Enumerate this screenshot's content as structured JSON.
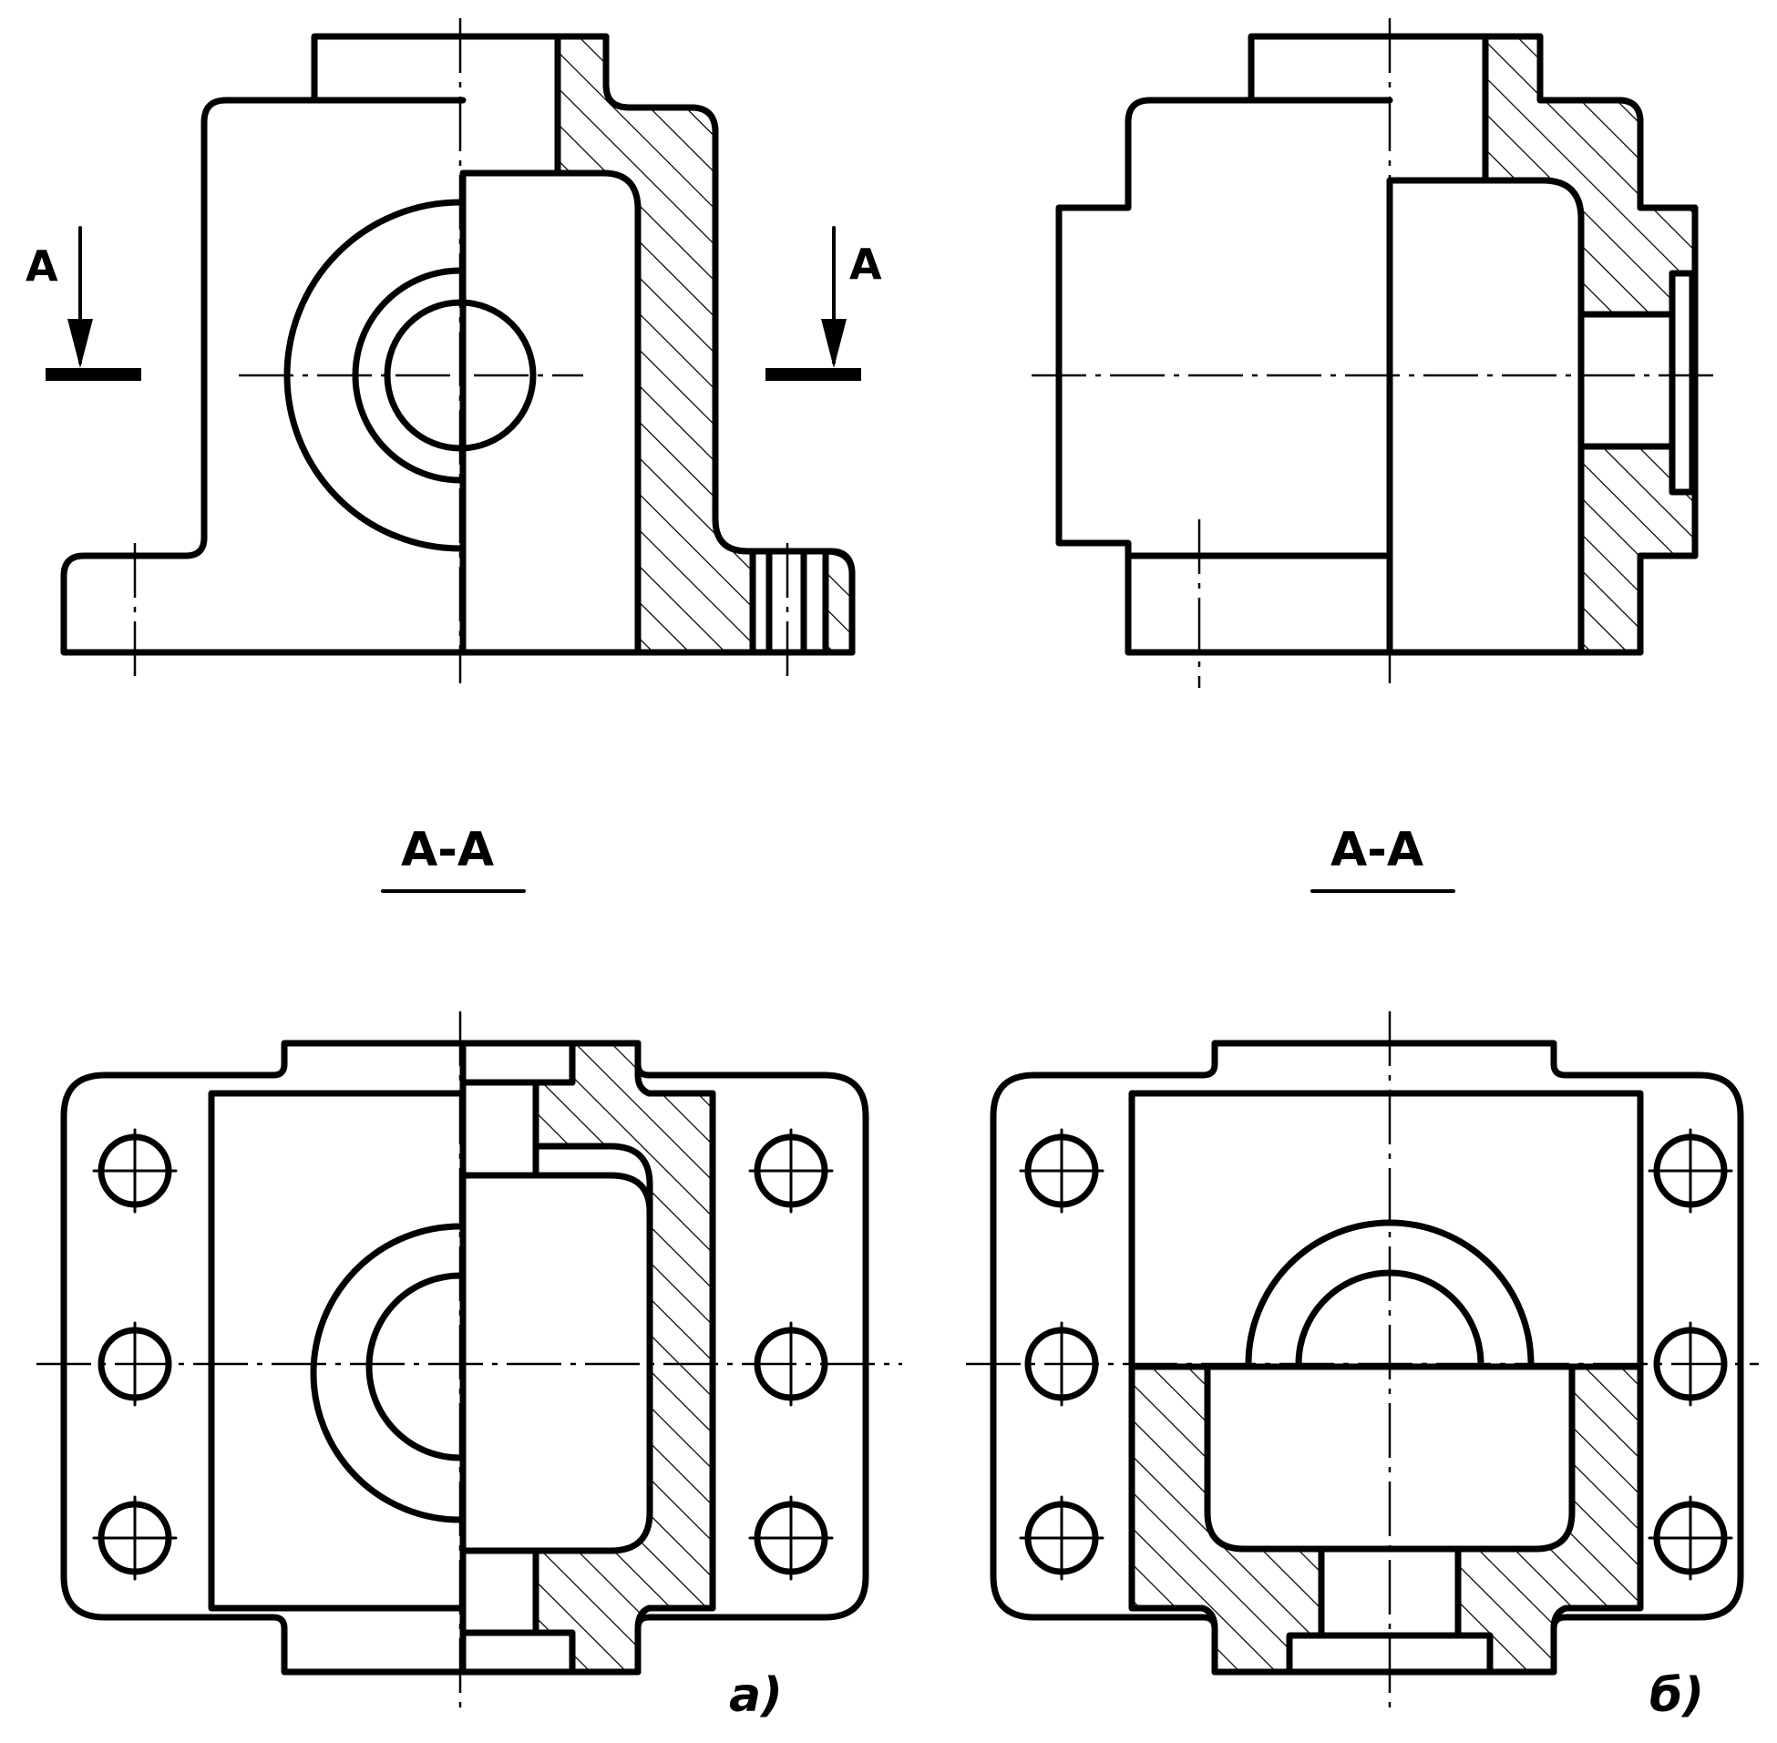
{
  "labels": {
    "cut_left": "A",
    "cut_right": "A",
    "section_a": "A-A",
    "section_b": "A-A",
    "variant_a": "а)",
    "variant_b": "б)"
  }
}
